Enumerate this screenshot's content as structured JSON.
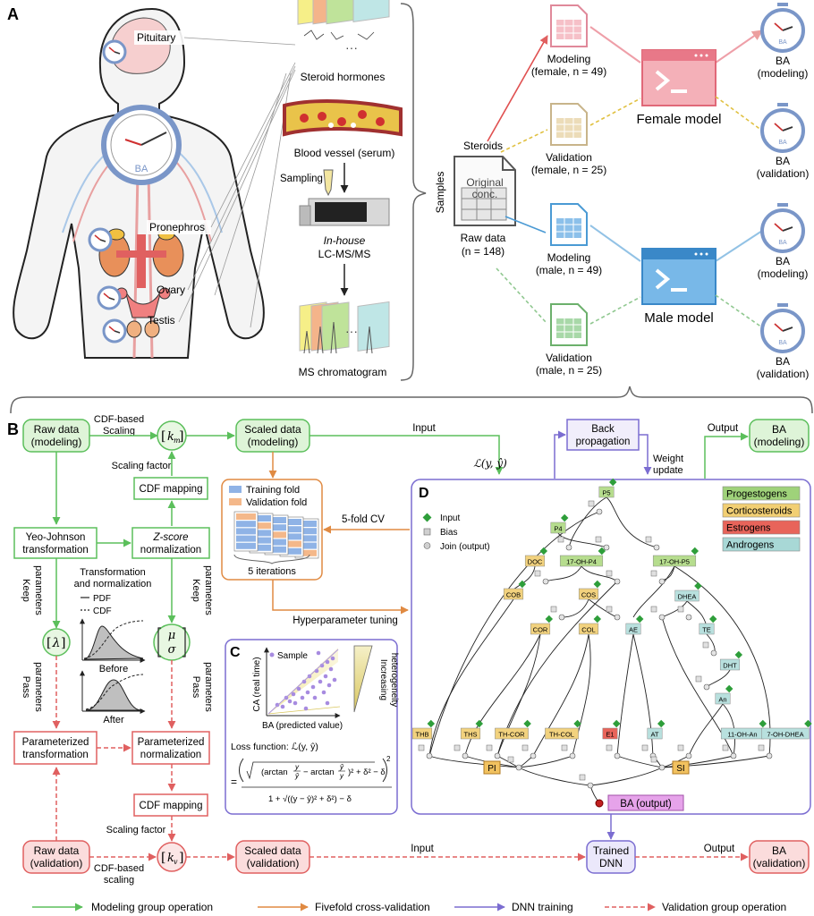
{
  "panelA": {
    "label": "A",
    "organs": {
      "pituitary": "Pituitary",
      "pronephros": "Pronephros",
      "ovary": "Ovary",
      "testis": "Testis"
    },
    "body_ba": "BA",
    "steroid_hormones": "Steroid hormones",
    "blood_vessel": "Blood vessel (serum)",
    "sampling": "Sampling",
    "inhouse": "In-house",
    "lcms": "LC-MS/MS",
    "ms_chromatogram": "MS chromatogram",
    "samples": "Samples",
    "steroids": "Steroids",
    "original1": "Original",
    "original2": "conc.",
    "raw_data": "Raw data",
    "raw_n": "(n = 148)",
    "files": [
      {
        "l1": "Modeling",
        "l2": "(female, n = 49)"
      },
      {
        "l1": "Validation",
        "l2": "(female, n = 25)"
      },
      {
        "l1": "Modeling",
        "l2": "(male, n = 49)"
      },
      {
        "l1": "Validation",
        "l2": "(male, n = 25)"
      }
    ],
    "female_model": "Female model",
    "male_model": "Male model",
    "clocks": [
      {
        "l1": "BA",
        "l2": "(modeling)"
      },
      {
        "l1": "BA",
        "l2": "(validation)"
      },
      {
        "l1": "BA",
        "l2": "(modeling)"
      },
      {
        "l1": "BA",
        "l2": "(validation)"
      }
    ],
    "clock_face": "BA"
  },
  "panelB": {
    "label": "B",
    "raw_modeling": [
      "Raw data",
      "(modeling)"
    ],
    "cdf_scaling": [
      "CDF-based",
      "Scaling"
    ],
    "km": "k",
    "km_sub": "m",
    "scaled_modeling": [
      "Scaled data",
      "(modeling)"
    ],
    "input": "Input",
    "back_prop": [
      "Back",
      "propagation"
    ],
    "weight_update": [
      "Weight",
      "update"
    ],
    "output": "Output",
    "ba_modeling": [
      "BA",
      "(modeling)"
    ],
    "loss_short": "ℒ(y, ŷ)",
    "scaling_factor": "Scaling factor",
    "cdf_mapping": "CDF mapping",
    "yeo_johnson": [
      "Yeo-Johnson",
      "transformation"
    ],
    "z_score": [
      "Z-score",
      "normalization"
    ],
    "training_fold": "Training fold",
    "validation_fold": "Validation fold",
    "five_iter": "5 iterations",
    "five_cv": "5-fold CV",
    "hyper": "Hyperparameter tuning",
    "trans_norm": [
      "Transformation",
      "and normalization"
    ],
    "pdf": "PDF",
    "cdf": "CDF",
    "keep_params": [
      "Keep",
      "parameters"
    ],
    "pass_params": [
      "Pass",
      "parameters"
    ],
    "lambda": "λ",
    "mu": "μ",
    "sigma": "σ",
    "before": "Before",
    "after": "After",
    "param_trans": [
      "Parameterized",
      "transformation"
    ],
    "param_norm": [
      "Parameterized",
      "normalization"
    ],
    "cdf_mapping2": "CDF mapping",
    "scaling_factor2": "Scaling factor",
    "raw_validation": [
      "Raw data",
      "(validation)"
    ],
    "cdf_scaling2": [
      "CDF-based",
      "scaling"
    ],
    "kv": "k",
    "kv_sub": "v",
    "scaled_validation": [
      "Scaled data",
      "(validation)"
    ],
    "input2": "Input",
    "trained_dnn": [
      "Trained",
      "DNN"
    ],
    "output2": "Output",
    "ba_validation": [
      "BA",
      "(validation)"
    ]
  },
  "panelC": {
    "label": "C",
    "sample": "Sample",
    "yaxis": "CA (real time)",
    "xaxis": "BA (predicted value)",
    "hetero": [
      "Increasing",
      "heterogeneity"
    ],
    "loss_label": "Loss function: ℒ(y, ŷ)"
  },
  "panelD": {
    "label": "D",
    "legend": [
      "Input",
      "Bias",
      "Join (output)"
    ],
    "classes": [
      {
        "name": "Progestogens",
        "color": "#9fd27a"
      },
      {
        "name": "Corticosteroids",
        "color": "#f2cf73"
      },
      {
        "name": "Estrogens",
        "color": "#e8645a"
      },
      {
        "name": "Androgens",
        "color": "#a8d8d6"
      }
    ],
    "nodes": [
      "P5",
      "P4",
      "DOC",
      "17-OH-P4",
      "17-OH-P5",
      "COB",
      "COS",
      "DHEA",
      "COR",
      "COL",
      "AE",
      "TE",
      "DHT",
      "An",
      "THB",
      "THS",
      "TH-COR",
      "TH-COL",
      "E1",
      "AT",
      "11-OH-An",
      "7-OH-DHEA"
    ],
    "pi": "PI",
    "si": "SI",
    "ba_output": "BA (output)"
  },
  "legend": [
    {
      "label": "Modeling group operation",
      "color": "#5bbf5b"
    },
    {
      "label": "Fivefold cross-validation",
      "color": "#e08a42"
    },
    {
      "label": "DNN training",
      "color": "#7b6dd1"
    },
    {
      "label": "Validation group operation",
      "color": "#e06060"
    }
  ]
}
